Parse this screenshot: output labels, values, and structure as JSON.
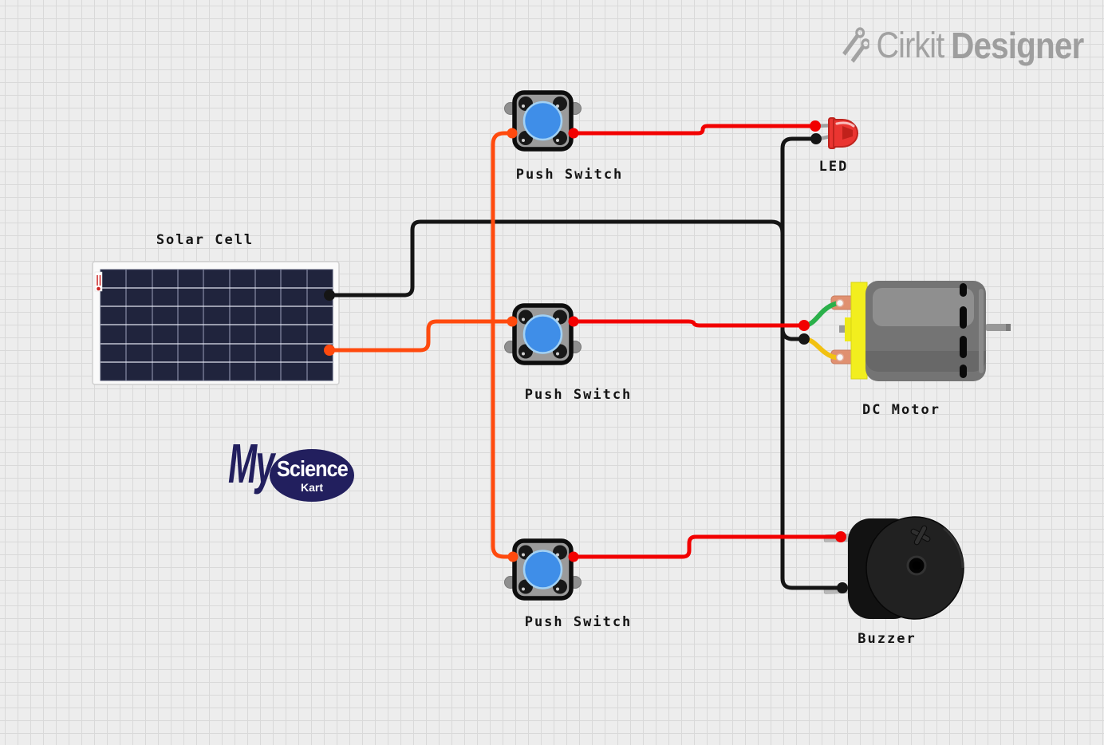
{
  "watermark": {
    "brand": "Cirkit",
    "product": "Designer"
  },
  "components": {
    "solar_cell": {
      "label": "Solar Cell"
    },
    "push_switch_1": {
      "label": "Push Switch"
    },
    "push_switch_2": {
      "label": "Push Switch"
    },
    "push_switch_3": {
      "label": "Push Switch"
    },
    "led": {
      "label": "LED"
    },
    "dc_motor": {
      "label": "DC Motor"
    },
    "buzzer": {
      "label": "Buzzer"
    }
  },
  "vendor_logo": {
    "prefix": "My",
    "name": "Science",
    "sub": "Kart"
  },
  "colors": {
    "wire_red": "#f20000",
    "wire_orange": "#ff4a0e",
    "wire_black": "#151515",
    "wire_green": "#2bb04a",
    "wire_yellow": "#f2c110",
    "canvas_bg": "#ededed",
    "grid_line": "#d9d9d9",
    "label_text": "#141414",
    "watermark_gray": "#9e9e9e",
    "logo_navy": "#221f5e",
    "switch_blue": "#3f8ee8"
  }
}
